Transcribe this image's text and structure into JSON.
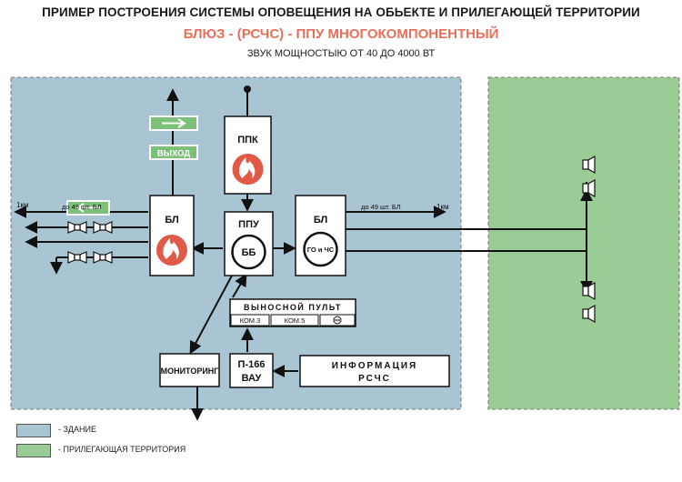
{
  "titles": {
    "main": "ПРИМЕР ПОСТРОЕНИЯ СИСТЕМЫ ОПОВЕЩЕНИЯ НА ОБЬЕКТЕ И ПРИЛЕГАЮЩЕЙ ТЕРРИТОРИИ",
    "subtitle": "БЛЮЗ - (РСЧС) - ППУ МНОГОКОМПОНЕНТНЫЙ",
    "power": "ЗВУК МОЩНОСТЫЮ ОТ 40 ДО 4000 ВТ"
  },
  "blocks": {
    "ppk": "ППК",
    "ppu": "ППУ",
    "bb": "ББ",
    "bl_left": "БЛ",
    "bl_right": "БЛ",
    "go_chs": "ГО и ЧС",
    "exit": "ВЫХОД",
    "remote_title": "ВЫНОСНОЙ ПУЛЬТ",
    "kom3": "КОМ.3",
    "kom5": "КОМ.5",
    "monitoring": "МОНИТОРИНГ",
    "p166_line1": "П-166",
    "p166_line2": "ВАУ",
    "info_line1": "ИНФОРМАЦИЯ",
    "info_line2": "РСЧС"
  },
  "lines": {
    "left_distance": "1км",
    "left_count": "до 49 шт. БЛ",
    "right_count": "до 49 шт. БЛ",
    "right_distance": "1км"
  },
  "legend": {
    "building": "- ЗДАНИЕ",
    "territory": "- ПРИЛЕГАЮЩАЯ ТЕРРИТОРИЯ"
  },
  "colors": {
    "building": "#a9c4d3",
    "territory": "#9ccc95",
    "accent": "#e8705a",
    "exit_sign": "#7cc07a"
  }
}
